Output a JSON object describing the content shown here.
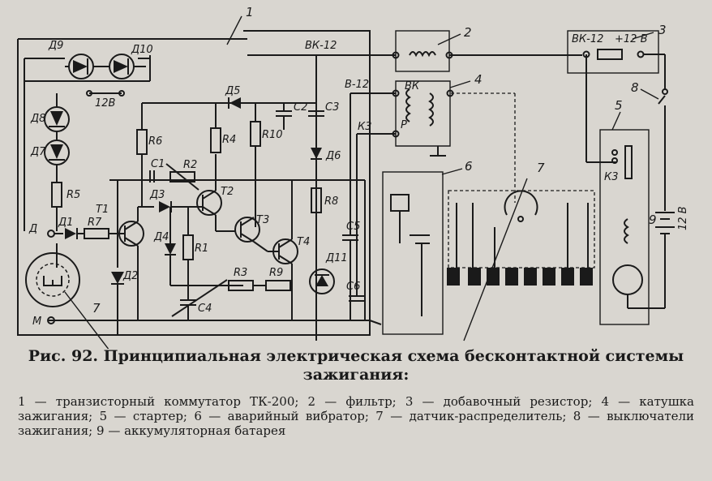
{
  "figure": {
    "caption_title": "Рис. 92. Принципиальная электрическая схема бесконтактной системы зажигания:",
    "caption_legend": "1 — транзисторный коммутатор ТК-200; 2 — фильтр; 3 — добавочный резистор; 4 — катушка зажигания; 5 — стартер; 6 — аварийный вибратор; 7 — датчик-распределитель; 8 — выключатели зажигания; 9 — аккумуляторная батарея"
  },
  "labels": {
    "callout_1": "1",
    "callout_2": "2",
    "callout_3": "3",
    "callout_4": "4",
    "callout_5": "5",
    "callout_6": "6",
    "callout_7a": "7",
    "callout_7b": "7",
    "callout_8": "8",
    "callout_9": "9",
    "vk12_left": "ВК-12",
    "vk12_right": "ВК-12",
    "plus12v": "+12 В",
    "b12": "В-12",
    "vk": "ВК",
    "k3_coil": "К3",
    "k3_starter": "К3",
    "r_coil": "Р",
    "d9": "Д9",
    "d10": "Д10",
    "d8": "Д8",
    "d7": "Д7",
    "r5": "R5",
    "d1": "Д1",
    "r7": "R7",
    "d_term": "Д",
    "m_term": "М",
    "t1": "T1",
    "t2": "T2",
    "t3": "T3",
    "t4": "T4",
    "d2": "Д2",
    "d3": "Д3",
    "d4": "Д4",
    "d5": "Д5",
    "d6": "Д6",
    "d11": "Д11",
    "r6": "R6",
    "r4": "R4",
    "r10": "R10",
    "r2": "R2",
    "r1": "R1",
    "r3": "R3",
    "r9": "R9",
    "r8": "R8",
    "c1": "C1",
    "c2": "C2",
    "c3": "C3",
    "c4": "C4",
    "c5": "C5",
    "c6": "C6",
    "v128": "12В",
    "battery_12v": "12 В"
  }
}
